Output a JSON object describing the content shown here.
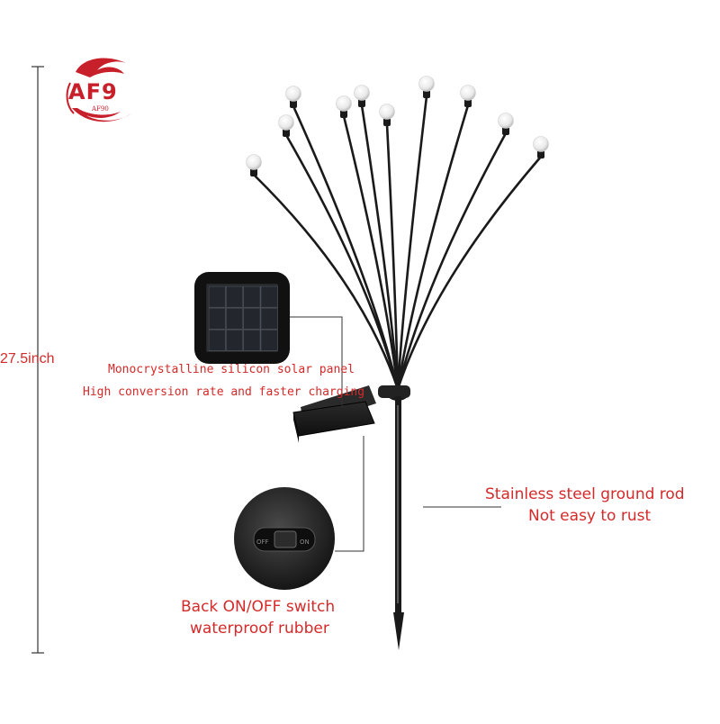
{
  "logo": {
    "text": "AF9",
    "subtext": "AF90",
    "color": "#c8202a"
  },
  "dimension": {
    "height_label": "27.5inch"
  },
  "callouts": {
    "solar_panel": {
      "line1": "Monocrystalline silicon solar panel",
      "line2": "High conversion rate and faster charging"
    },
    "ground_rod": {
      "line1": "Stainless steel ground rod",
      "line2": "Not easy to rust"
    },
    "switch": {
      "line1": "Back ON/OFF switch",
      "line2": "waterproof rubber"
    }
  },
  "switch_marks": {
    "off": "OFF",
    "on": "ON"
  },
  "colors": {
    "label_red": "#d42a2a",
    "product_black": "#1a1a1a",
    "bulb_white": "#f2f2f2",
    "line_gray": "#333333"
  }
}
